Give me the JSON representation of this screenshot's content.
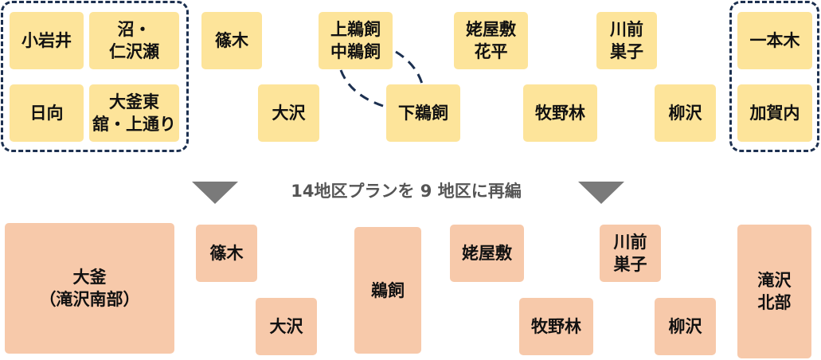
{
  "before": {
    "groups": [
      {
        "name": "group-south",
        "members": [
          "小岩井",
          "沼・\n仁沢瀬",
          "日向",
          "大釜東\n舘・上通り"
        ]
      },
      {
        "name": "group-north",
        "members": [
          "一本木",
          "加賀内"
        ]
      }
    ],
    "districts": [
      "小岩井",
      "沼・\n仁沢瀬",
      "日向",
      "大釜東\n舘・上通り",
      "篠木",
      "大沢",
      "上鵜飼\n中鵜飼",
      "下鵜飼",
      "姥屋敷\n花平",
      "牧野林",
      "川前\n巣子",
      "柳沢",
      "一本木",
      "加賀内"
    ],
    "links": [
      [
        "上鵜飼\n中鵜飼",
        "下鵜飼"
      ]
    ]
  },
  "caption": "14地区プランを 9 地区に再編",
  "after": {
    "districts": [
      "大釜\n（滝沢南部）",
      "篠木",
      "大沢",
      "鵜飼",
      "姥屋敷",
      "牧野林",
      "川前\n巣子",
      "柳沢",
      "滝沢\n北部"
    ]
  },
  "colors": {
    "old_fill": "#fde49a",
    "new_fill": "#f7c9aa",
    "group_border": "#1c3050",
    "arrow": "#7a7a7a",
    "caption": "#555555"
  }
}
